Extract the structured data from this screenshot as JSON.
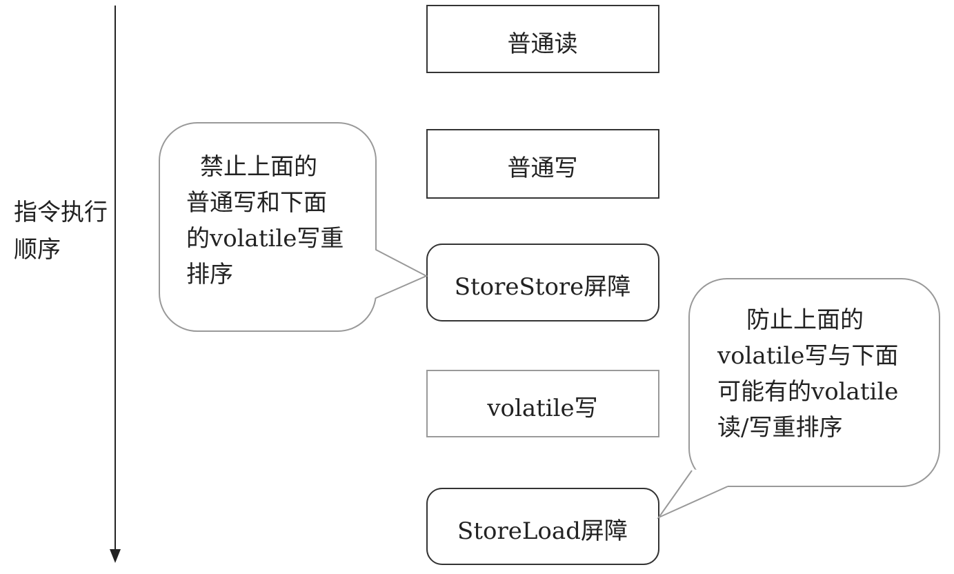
{
  "axis_label": {
    "line1": "指令执行",
    "line2": "顺序"
  },
  "boxes": [
    {
      "label": "普通读"
    },
    {
      "label": "普通写"
    },
    {
      "label": "StoreStore屏障"
    },
    {
      "label": "volatile写"
    },
    {
      "label": "StoreLoad屏障"
    }
  ],
  "callout_left": {
    "lines": [
      "禁止上面的",
      "普通写和下面",
      "的volatile写重",
      "排序"
    ]
  },
  "callout_right": {
    "lines": [
      "防止上面的",
      "volatile写与下面",
      "可能有的volatile",
      "读/写重排序"
    ]
  }
}
